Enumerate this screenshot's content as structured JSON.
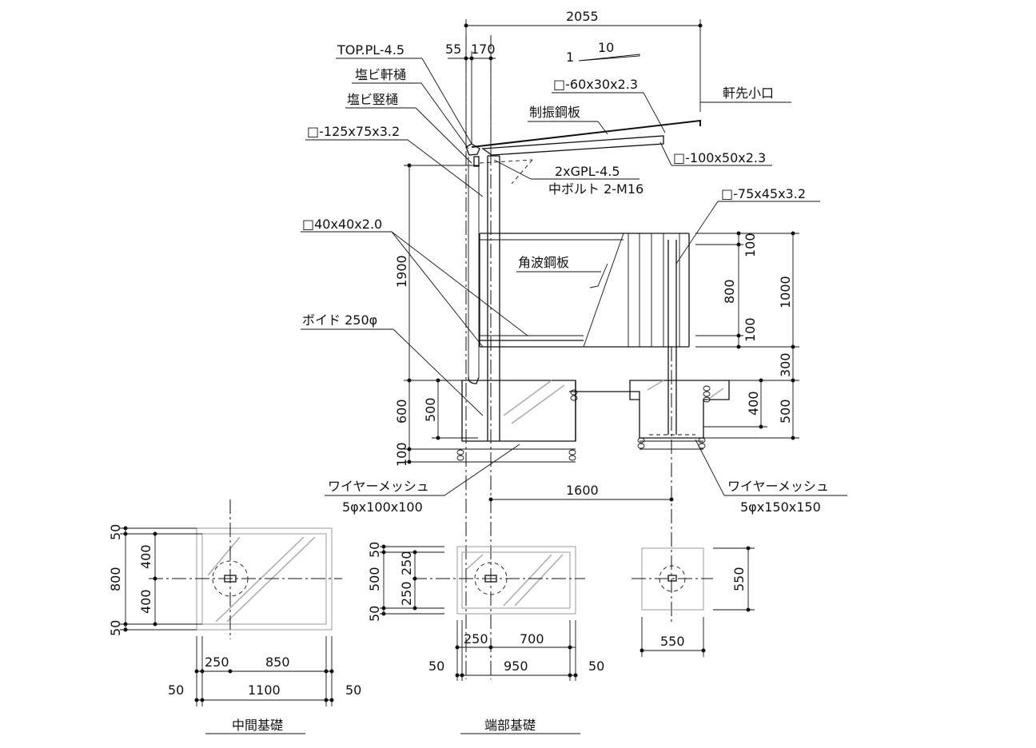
{
  "dimensions": {
    "overall_width": "2055",
    "post_offset": "55",
    "beam_offset": "170",
    "slope_run": "10",
    "slope_rise": "1",
    "height_1900": "1900",
    "fence_total": "1000",
    "fence_mid": "800",
    "fence_top": "100",
    "fence_bottom": "100",
    "base_300": "300",
    "base_400": "400",
    "base_500_right": "500",
    "base_500_left": "500",
    "base_600": "600",
    "base_100": "100",
    "span_1600": "1600"
  },
  "callouts": {
    "top_plate": "TOP.PL-4.5",
    "pvc_gutter": "塩ビ軒樋",
    "pvc_downpipe": "塩ビ竪樋",
    "post_section": "□-125x75x3.2",
    "purlin_section": "□-60x30x2.3",
    "damping_sheet": "制振鋼板",
    "eave_edge": "軒先小口",
    "beam_section": "□-100x50x2.3",
    "gusset": "2xGPL-4.5",
    "bolt": "中ボルト 2-M16",
    "rail_section": "□40x40x2.0",
    "fence_post_section": "□-75x45x3.2",
    "corrugated_sheet": "角波鋼板",
    "void": "ボイド 250φ",
    "wire_mesh_left_name": "ワイヤーメッシュ",
    "wire_mesh_left_spec": "5φx100x100",
    "wire_mesh_right_name": "ワイヤーメッシュ",
    "wire_mesh_right_spec": "5φx150x150"
  },
  "plans": {
    "middle": {
      "title": "中間基礎",
      "d50a": "50",
      "d400a": "400",
      "d800": "800",
      "d400b": "400",
      "d50b": "50",
      "d250": "250",
      "d850": "850",
      "d50c": "50",
      "d1100": "1100",
      "d50d": "50"
    },
    "end": {
      "title": "端部基礎",
      "d50a": "50",
      "d250a": "250",
      "d500": "500",
      "d250b": "250",
      "d50b": "50",
      "d250c": "250",
      "d700": "700",
      "d50c": "50",
      "d950": "950",
      "d50d": "50"
    },
    "post": {
      "d550_v": "550",
      "d550_h": "550"
    }
  }
}
